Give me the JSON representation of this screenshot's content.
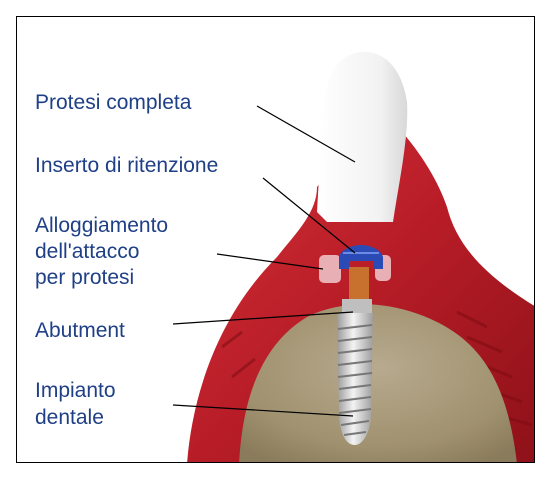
{
  "labels": {
    "protesi_completa": "Protesi completa",
    "inserto_di_ritenzione": "Inserto di ritenzione",
    "alloggiamento": [
      "Alloggiamento",
      "dell'attacco",
      "per protesi"
    ],
    "abutment": "Abutment",
    "impianto_dentale": [
      "Impianto",
      "dentale"
    ]
  },
  "colors": {
    "label_text": "#1f3f86",
    "gum": "#c41f2a",
    "bone": "#a89a7e",
    "tooth": "#f4f4f4",
    "retention_insert": "#2a4bb5",
    "abutment_core": "#c8702e",
    "implant": "#d9d9d9"
  }
}
